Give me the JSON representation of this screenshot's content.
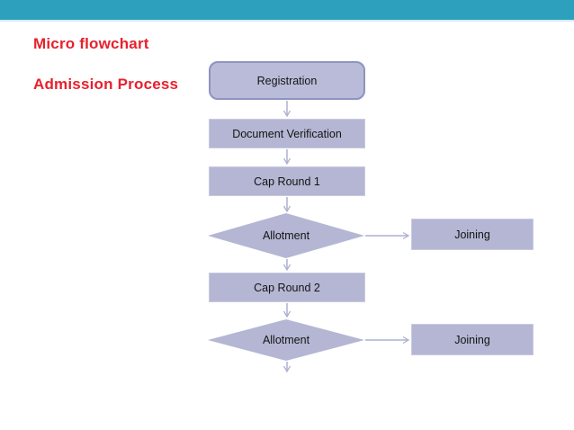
{
  "slide": {
    "titles": {
      "line1": "Micro flowchart",
      "line2": "Admission Process"
    },
    "colors": {
      "header_bar": "#2CA0BC",
      "header_bar_underline": "#D9EAF3",
      "title_red": "#E8202C",
      "node_fill": "#B4B6D3",
      "rounded_node_fill": "#B9BBD8",
      "rounded_node_border": "#8F93BF",
      "connector": "#AEB1D0",
      "node_text": "#141414"
    }
  },
  "flowchart": {
    "nodes": [
      {
        "id": "registration",
        "shape": "rounded-rect",
        "label": "Registration"
      },
      {
        "id": "document-verification",
        "shape": "rect",
        "label": "Document Verification"
      },
      {
        "id": "cap-round-1",
        "shape": "rect",
        "label": "Cap Round 1"
      },
      {
        "id": "allotment-1",
        "shape": "diamond",
        "label": "Allotment"
      },
      {
        "id": "joining-1",
        "shape": "rect",
        "label": "Joining"
      },
      {
        "id": "cap-round-2",
        "shape": "rect",
        "label": "Cap Round 2"
      },
      {
        "id": "allotment-2",
        "shape": "diamond",
        "label": "Allotment"
      },
      {
        "id": "joining-2",
        "shape": "rect",
        "label": "Joining"
      }
    ],
    "edges": [
      {
        "from": "registration",
        "to": "document-verification"
      },
      {
        "from": "document-verification",
        "to": "cap-round-1"
      },
      {
        "from": "cap-round-1",
        "to": "allotment-1"
      },
      {
        "from": "allotment-1",
        "to": "joining-1"
      },
      {
        "from": "allotment-1",
        "to": "cap-round-2"
      },
      {
        "from": "cap-round-2",
        "to": "allotment-2"
      },
      {
        "from": "allotment-2",
        "to": "joining-2"
      },
      {
        "from": "allotment-2",
        "to": "exit"
      }
    ]
  }
}
